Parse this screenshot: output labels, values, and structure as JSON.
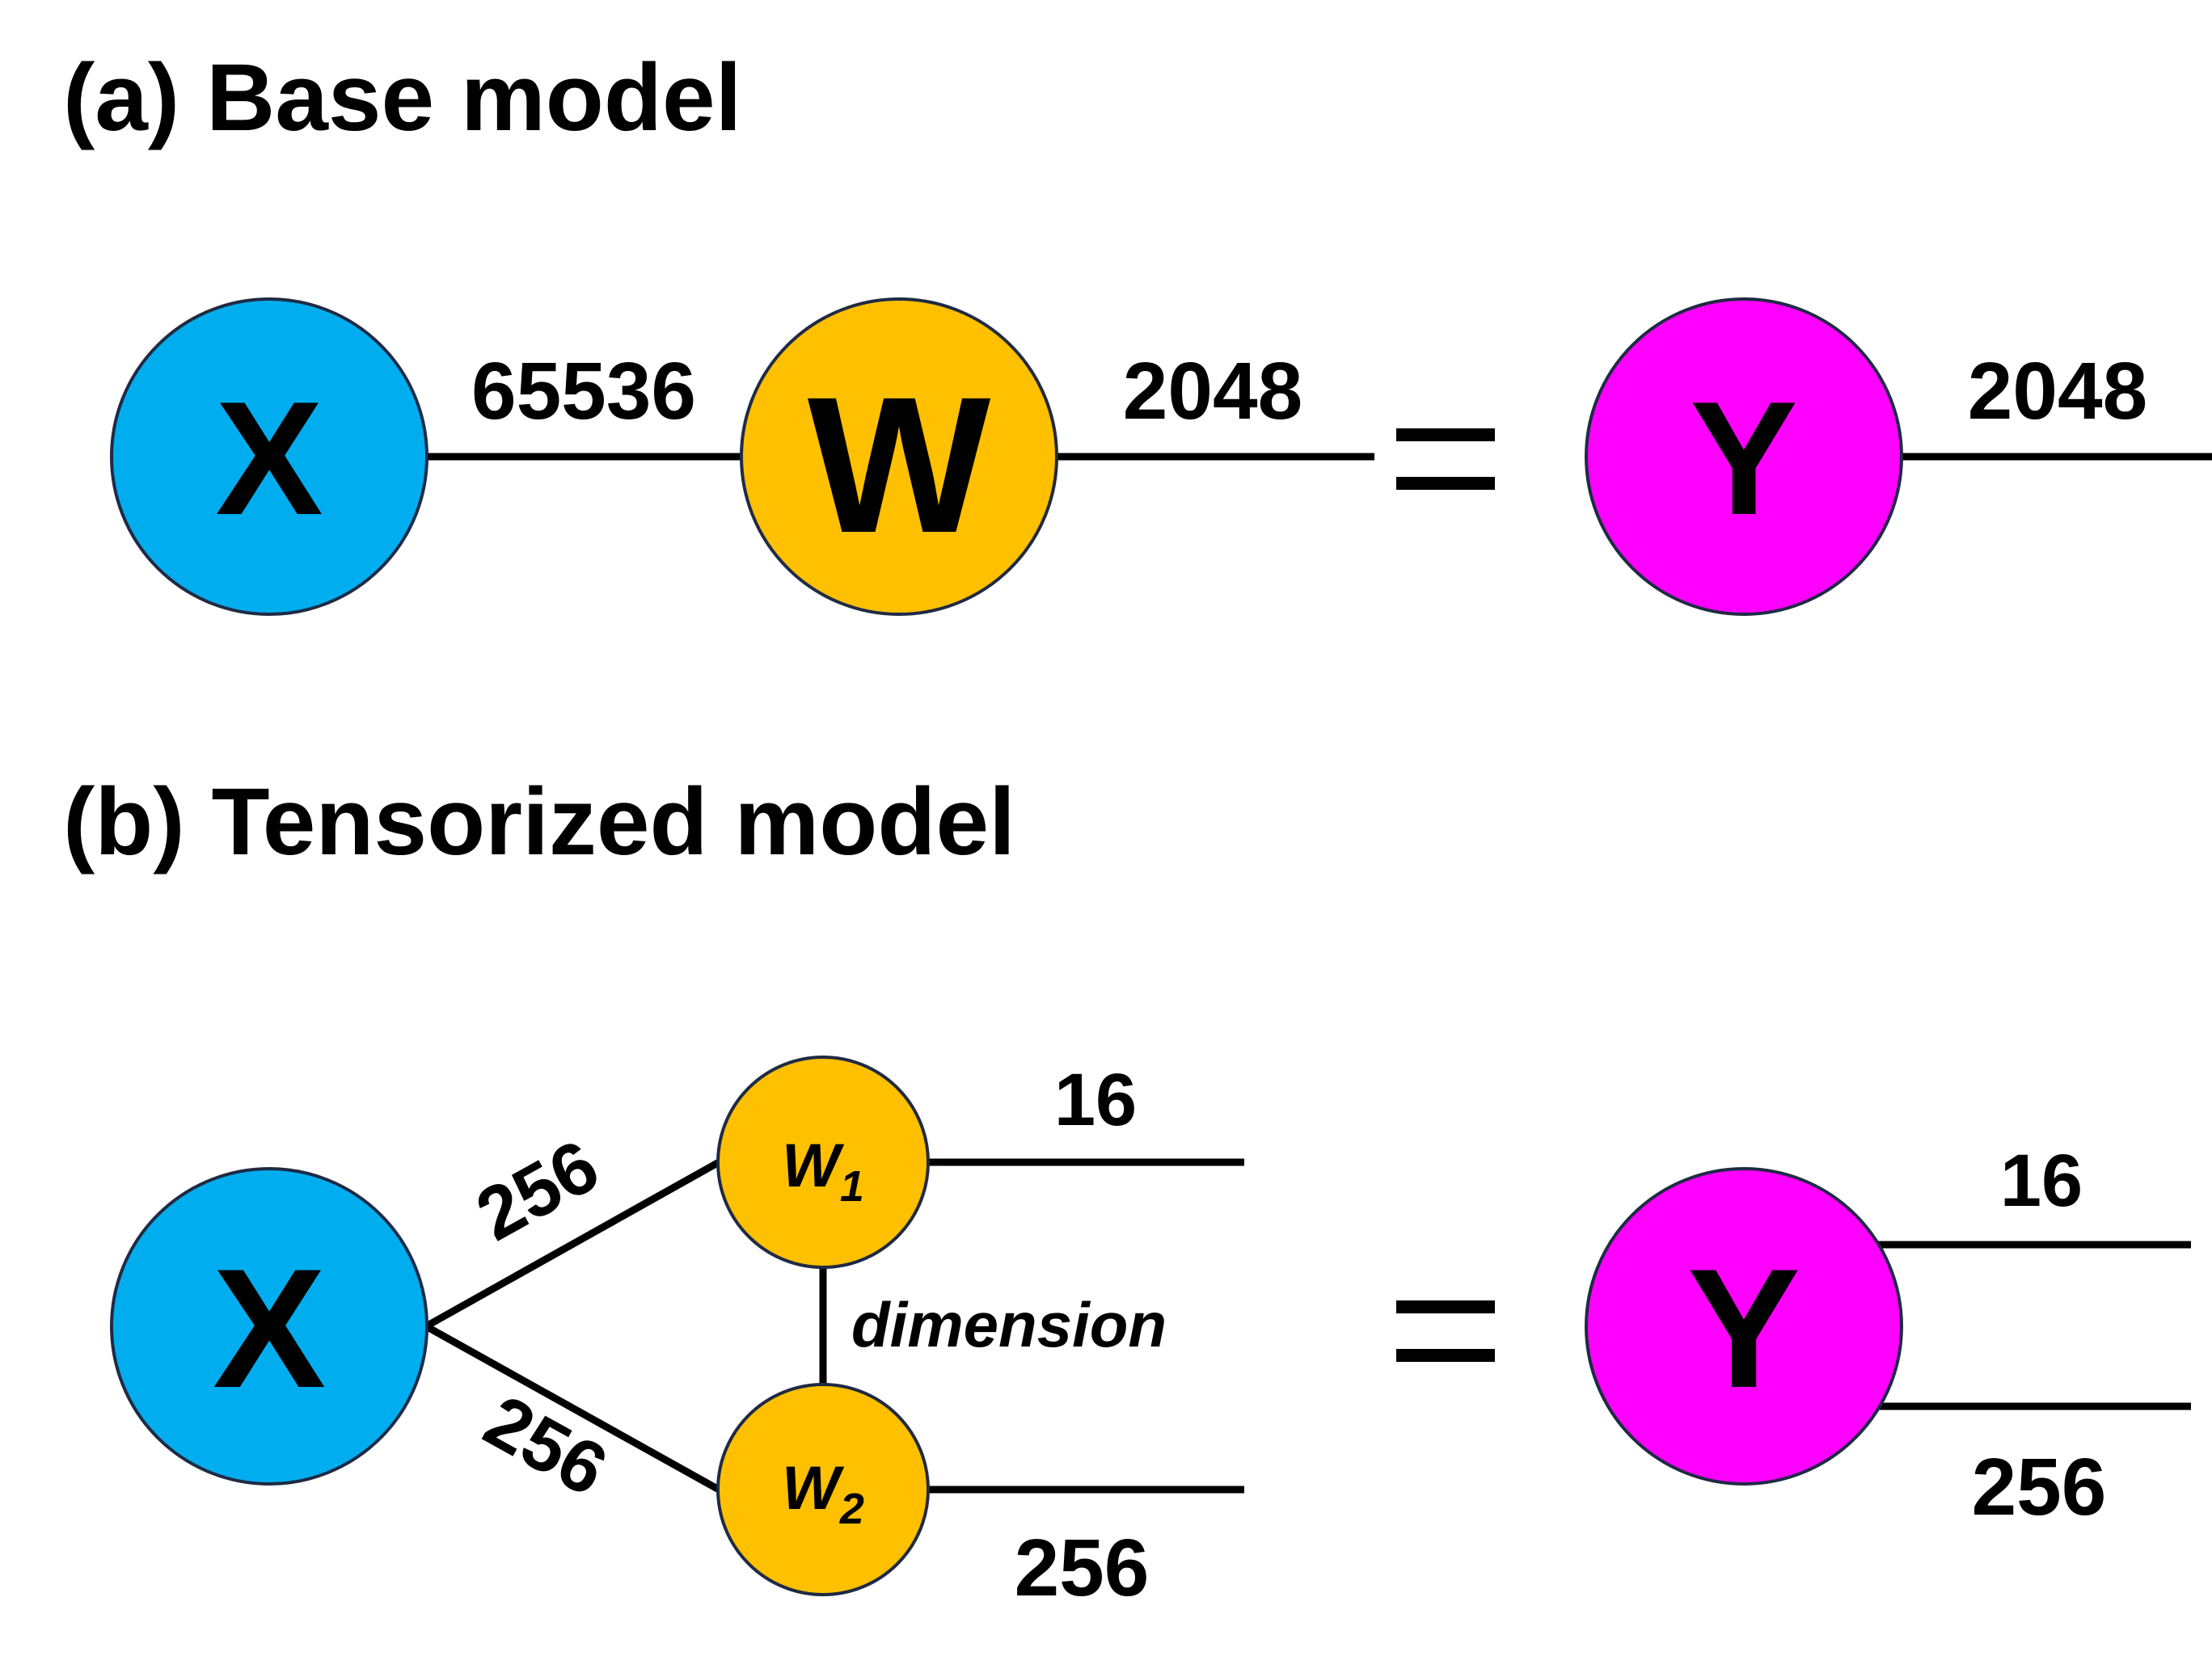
{
  "panel_a": {
    "title": "(a) Base model",
    "nodes": {
      "x": {
        "label": "X",
        "color": "#00aeef"
      },
      "w": {
        "label": "W",
        "color": "#ffc000"
      },
      "y": {
        "label": "Y",
        "color": "#ff00ff"
      }
    },
    "edges": {
      "x_w": "65536",
      "w_out": "2048",
      "y_out": "2048"
    },
    "equals": "="
  },
  "panel_b": {
    "title": "(b) Tensorized model",
    "nodes": {
      "x": {
        "label": "X",
        "color": "#00aeef"
      },
      "w1": {
        "label": "W",
        "subscript": "1",
        "color": "#ffc000"
      },
      "w2": {
        "label": "W",
        "subscript": "2",
        "color": "#ffc000"
      },
      "y": {
        "label": "Y",
        "color": "#ff00ff"
      }
    },
    "edges": {
      "x_w1": "256",
      "x_w2": "256",
      "w1_out": "16",
      "w2_out": "256",
      "bond": "dimension",
      "y_out_top": "16",
      "y_out_bottom": "256"
    },
    "equals": "="
  }
}
